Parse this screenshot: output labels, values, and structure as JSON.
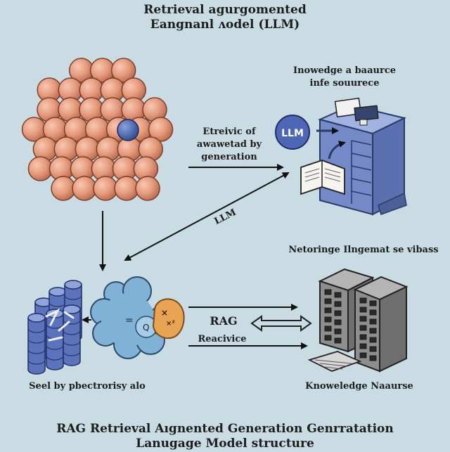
{
  "title": {
    "line1": "Retrieval agurgomented",
    "line2": "Eangnanl ᴧodel (LLM)"
  },
  "labels": {
    "source_line1": "Inowedge a baaurce",
    "source_line2": "infe souurece",
    "center_line1": "Etreivic of",
    "center_line2": "awawetad  by",
    "center_line3": "generation",
    "llm_arrow": "LLM",
    "llm_circle": "LLM",
    "network": "Netoringe Ilngemat se vibass",
    "rag": "RAG",
    "reacivice": "Reacivice",
    "left_bottom": "Seel by pbectrorisy alo",
    "right_bottom": "Knoweledge Naaurse"
  },
  "footer": {
    "line1": "RAG Retrieval Aıgnented Generation Genrratation",
    "line2": "Lanugage Model structure"
  },
  "colors": {
    "background": "#c9dce3",
    "sphere": "#e59a7c",
    "core": "#4a6ab0",
    "server": "#6f86c4",
    "cloud": "#7fb2d6",
    "orange_blob": "#e8a452",
    "dark_server": "#8e8e8e"
  }
}
